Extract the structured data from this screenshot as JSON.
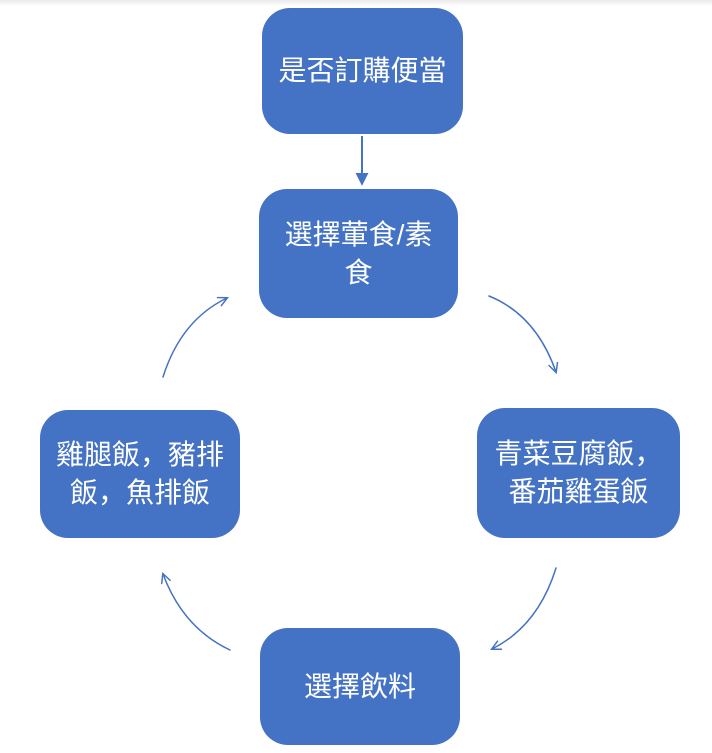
{
  "diagram": {
    "type": "cycle-flowchart",
    "nodes": [
      {
        "id": "order-bento",
        "label": "是否訂購便當"
      },
      {
        "id": "choose-diet",
        "label": "選擇葷食/素食"
      },
      {
        "id": "veg-dishes",
        "label": "青菜豆腐飯，番茄雞蛋飯"
      },
      {
        "id": "meat-dishes",
        "label": "雞腿飯，豬排飯，魚排飯"
      },
      {
        "id": "choose-drink",
        "label": "選擇飲料"
      }
    ],
    "edges": [
      {
        "from": "order-bento",
        "to": "choose-diet",
        "style": "straight-arrow"
      },
      {
        "from": "choose-diet",
        "to": "veg-dishes",
        "style": "curved-arrow"
      },
      {
        "from": "veg-dishes",
        "to": "choose-drink",
        "style": "curved-arrow"
      },
      {
        "from": "choose-drink",
        "to": "meat-dishes",
        "style": "curved-arrow"
      },
      {
        "from": "meat-dishes",
        "to": "choose-diet",
        "style": "curved-arrow"
      }
    ],
    "colors": {
      "node_fill": "#4472C4",
      "node_text": "#FFFFFF",
      "connector": "#4472C4",
      "background": "#FFFFFF",
      "top_strip": "#E9E9E9"
    }
  }
}
